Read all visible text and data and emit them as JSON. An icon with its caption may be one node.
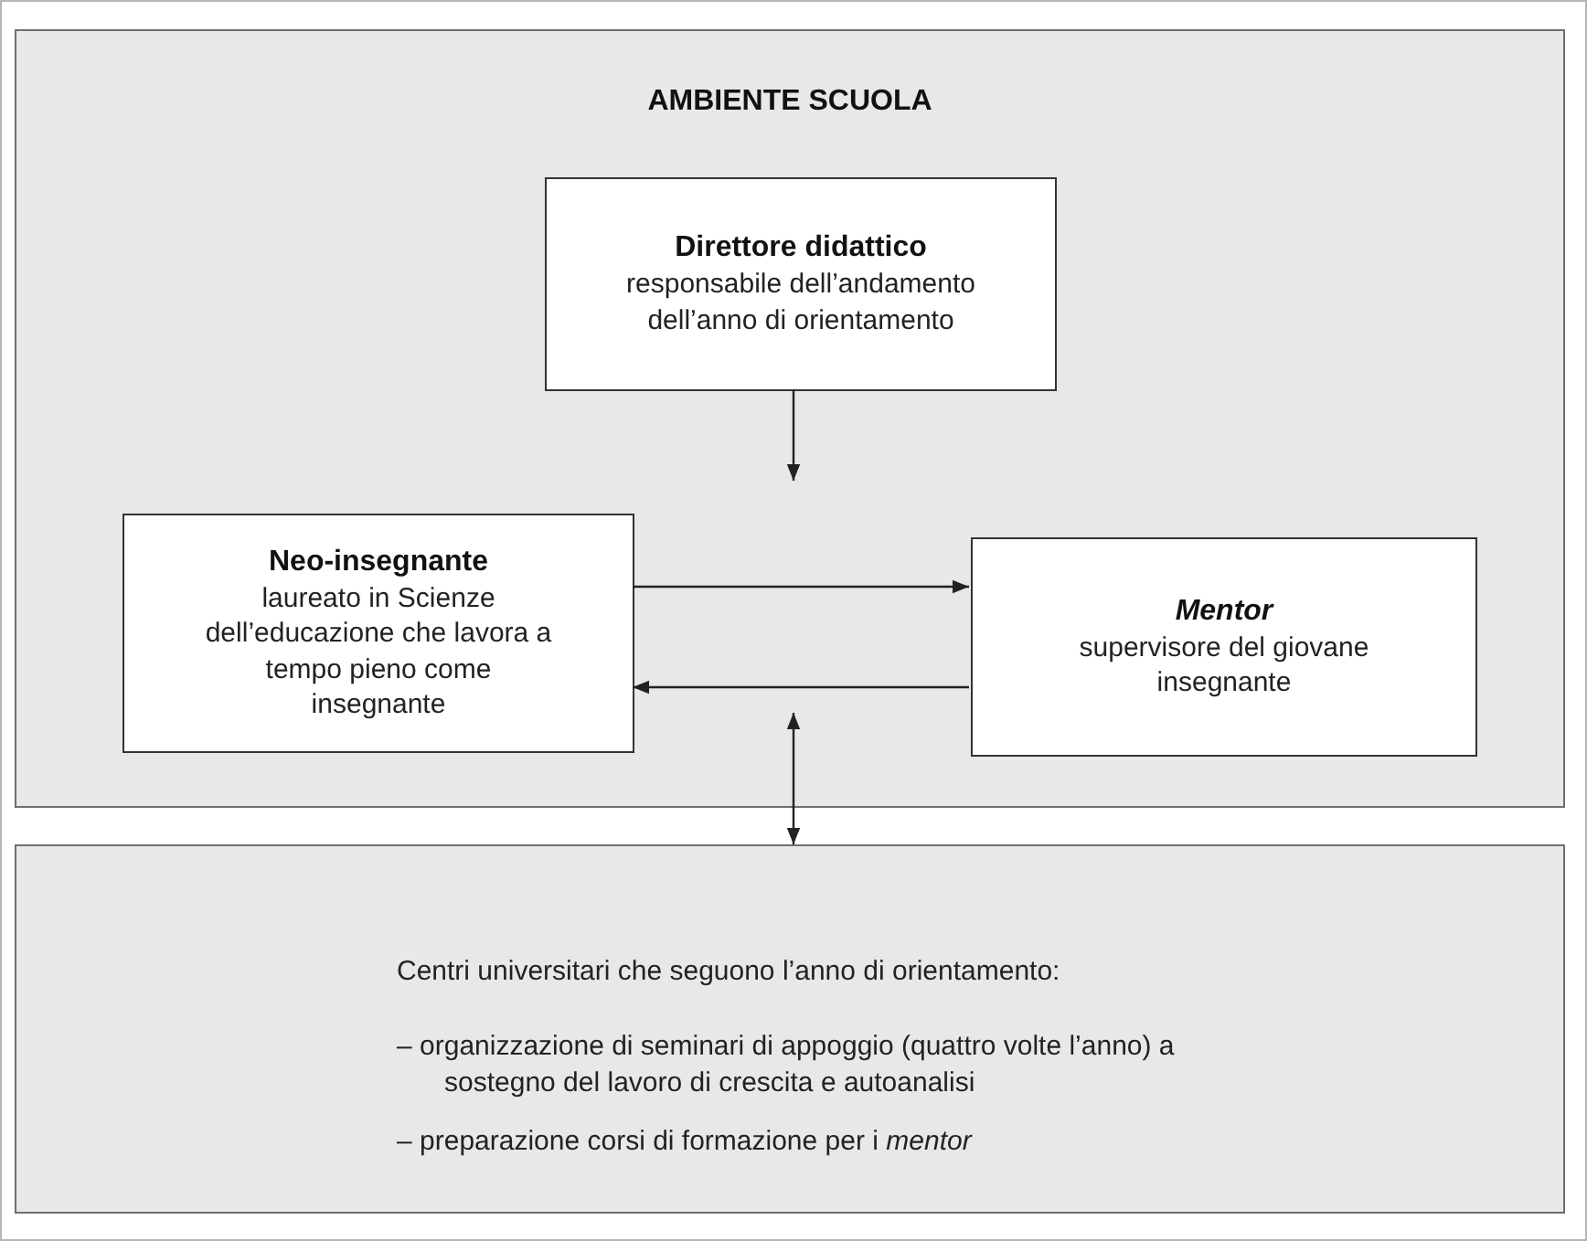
{
  "diagram": {
    "nodes": [
      {
        "text": [
          "AMBIENTE SCUOLA"
        ]
      },
      {
        "text": [
          "Direttore didattico",
          "responsabile dell’andamento dell’anno di orientamento"
        ],
        "in": 0
      },
      {
        "text": [
          "Neo-insegnante",
          "laureato in Scienze dell’educazione che lavora a tempo pieno come insegnante"
        ],
        "in": 0
      },
      {
        "text": [
          "Mentor",
          "supervisore del giovane insegnante"
        ],
        "in": 0
      },
      {
        "text": [
          "Centri universitari che seguono l’anno di orientamento:",
          "– organizzazione di seminari di appoggio (quattro volte l’anno) a sostegno del lavoro di crescita e autoanalisi",
          "– preparazione corsi di formazione per i *mentor*"
        ]
      }
    ],
    "edges": [
      {
        "from": 1,
        "to": null,
        "arrow": "to"
      },
      {
        "from": 2,
        "to": 3,
        "arrow": "to"
      },
      {
        "from": 3,
        "to": 2,
        "arrow": "to"
      },
      {
        "from": 0,
        "to": 4,
        "arrow": "both"
      }
    ]
  }
}
